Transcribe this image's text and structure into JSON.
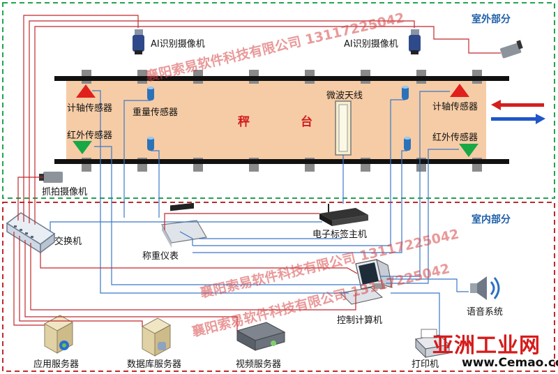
{
  "zones": {
    "outdoor": "室外部分",
    "indoor": "室内部分"
  },
  "platform": {
    "char1": "秤",
    "char2": "台"
  },
  "labels": {
    "ai_camera_left": "AI识别摄像机",
    "ai_camera_right": "AI识别摄像机",
    "microwave_antenna": "微波天线",
    "axle_sensor_left": "计轴传感器",
    "axle_sensor_right": "计轴传感器",
    "weight_sensor": "重量传感器",
    "ir_sensor_left": "红外传感器",
    "ir_sensor_right": "红外传感器",
    "snapshot_camera": "抓拍摄像机",
    "switch": "交换机",
    "rfid_host": "电子标签主机",
    "weighing_indicator": "称重仪表",
    "control_computer": "控制计算机",
    "voice_system": "语音系统",
    "printer": "打印机",
    "app_server": "应用服务器",
    "db_server": "数据库服务器",
    "video_server": "视频服务器"
  },
  "watermark": {
    "line1": "襄阳索易软件科技有限公司 13117225042",
    "line2": "襄阳索易软件科技有限公司 13117225042",
    "line3": "襄阳索易软件科技有限公司 13117225042"
  },
  "logo": {
    "name": "亚洲工业网",
    "url": "www.Cemao.com"
  },
  "colors": {
    "outdoor_border": "#22a350",
    "indoor_border": "#c0282d",
    "platform_fill": "#f6cca6",
    "wire_blue": "#3a78c8",
    "wire_red": "#c0282d",
    "triangle_red": "#e0201c",
    "triangle_green": "#18a845"
  }
}
